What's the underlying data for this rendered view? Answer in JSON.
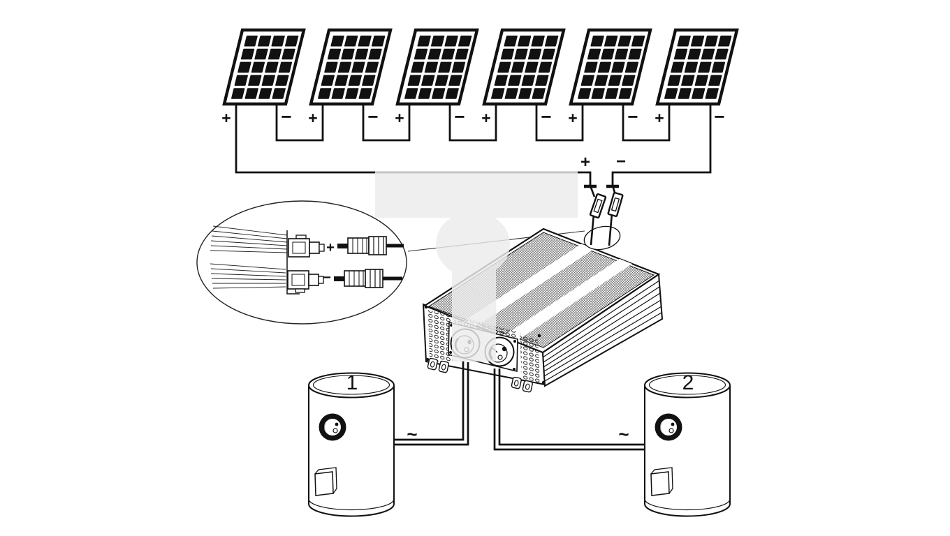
{
  "diagram": {
    "solar_array": {
      "panel_count": 6,
      "panels": [
        {
          "plus": "+",
          "minus": "−"
        },
        {
          "plus": "+",
          "minus": "−"
        },
        {
          "plus": "+",
          "minus": "−"
        },
        {
          "plus": "+",
          "minus": "−"
        },
        {
          "plus": "+",
          "minus": "−"
        },
        {
          "plus": "+",
          "minus": "−"
        }
      ]
    },
    "dc_input": {
      "plus": "+",
      "minus": "−"
    },
    "connector_detail": {
      "plus": "+",
      "minus": "−"
    },
    "heaters": [
      {
        "number": "1",
        "ac": "~"
      },
      {
        "number": "2",
        "ac": "~"
      }
    ],
    "colors": {
      "line": "#111111",
      "background": "#ffffff",
      "watermark": "#ececec"
    }
  }
}
